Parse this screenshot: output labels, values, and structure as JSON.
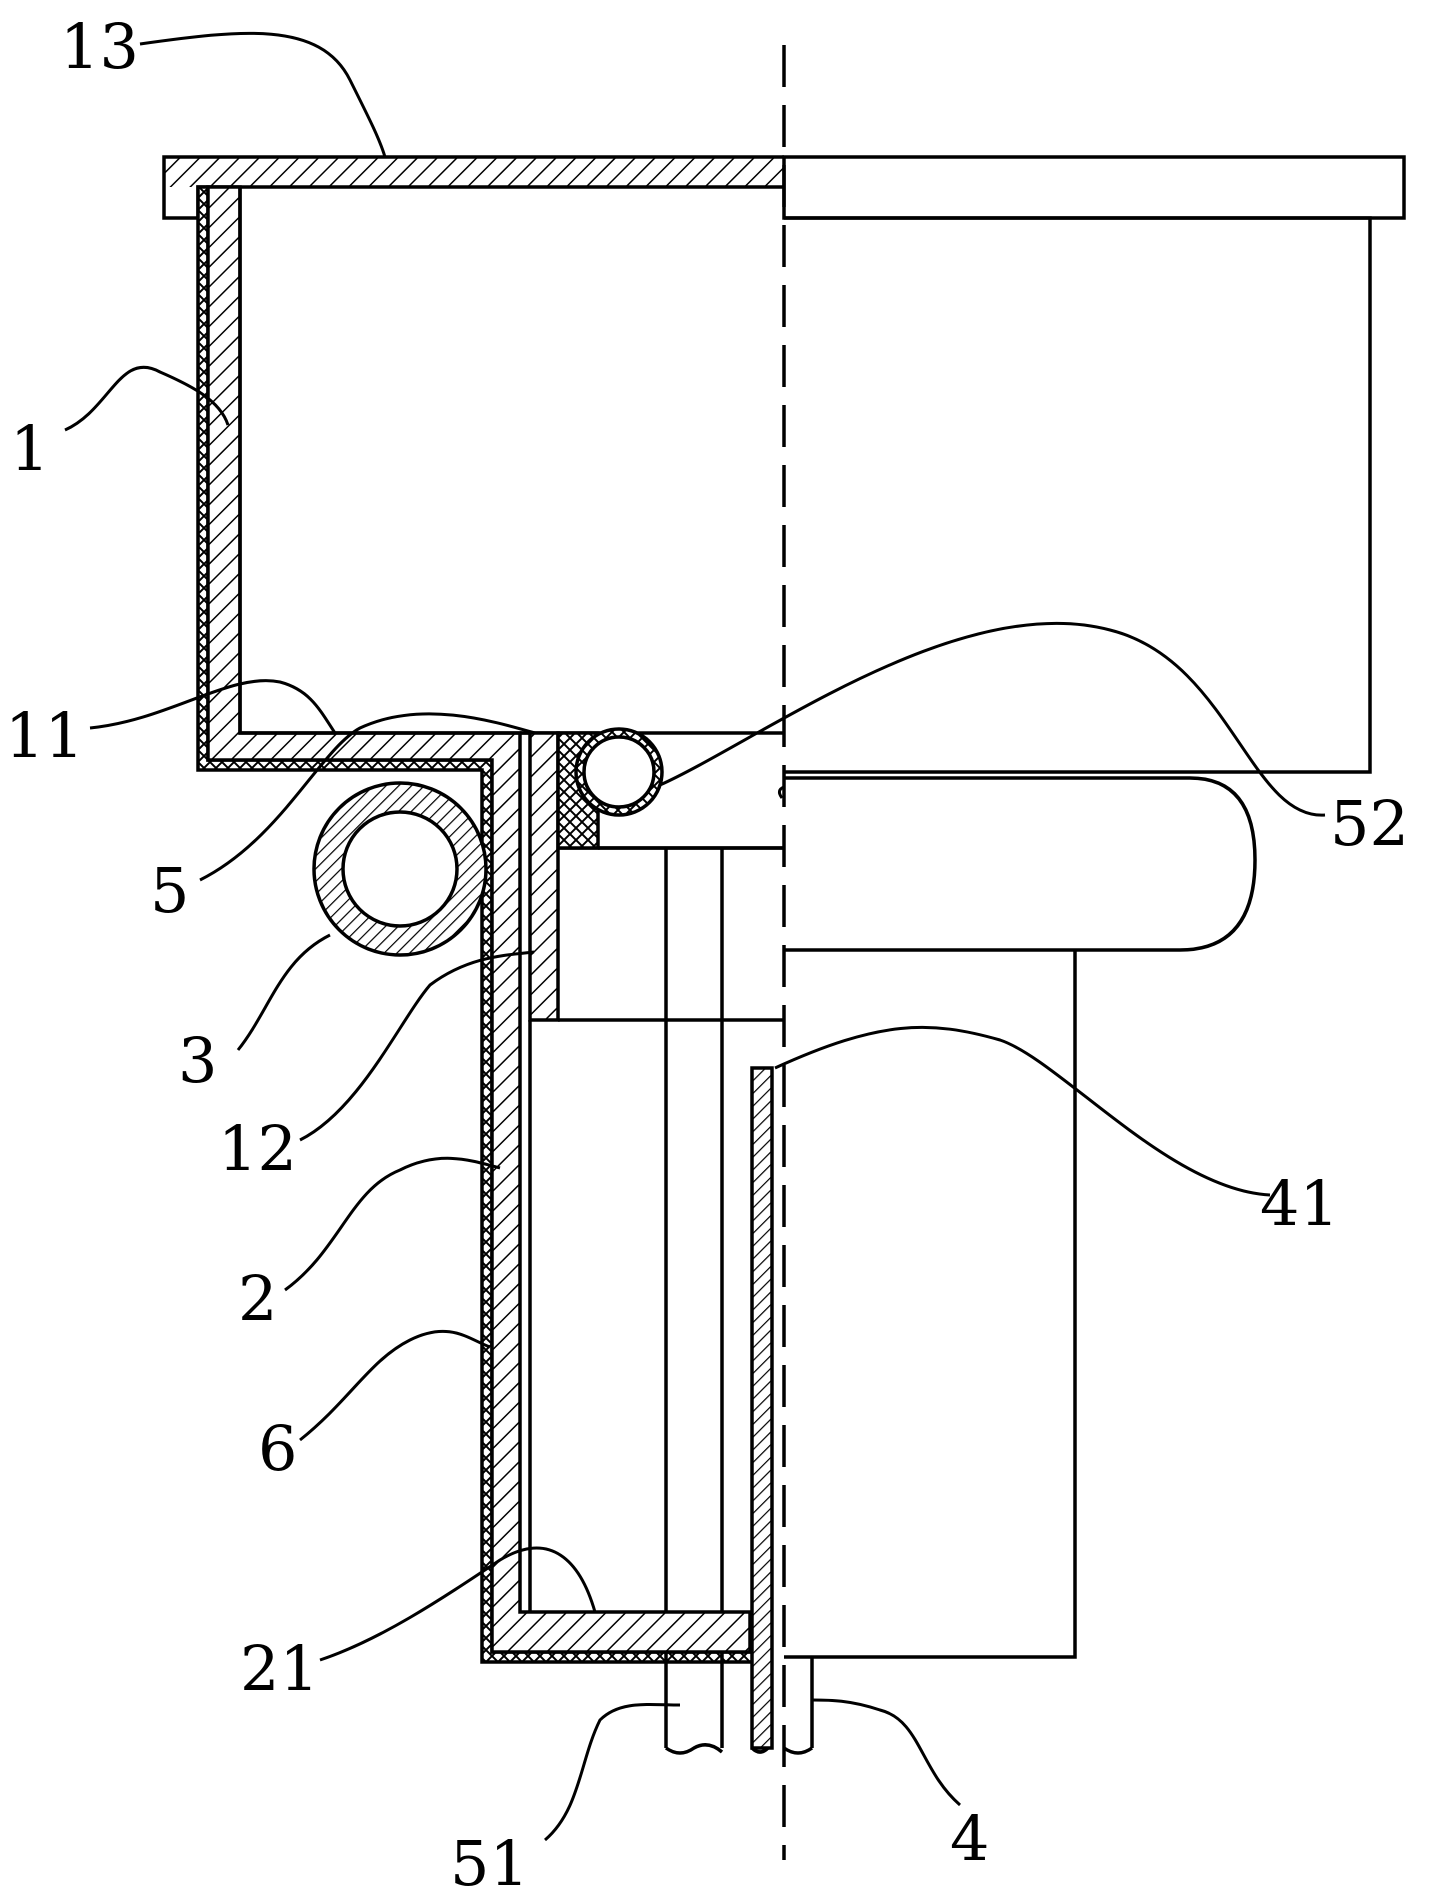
{
  "labels": {
    "l13": "13",
    "l1": "1",
    "l11": "11",
    "l5": "5",
    "l3": "3",
    "l12": "12",
    "l2": "2",
    "l6": "6",
    "l21": "21",
    "l51": "51",
    "l4": "4",
    "l41": "41",
    "l52": "52"
  },
  "colors": {
    "line": "#000000",
    "background": "#ffffff",
    "hatch": "#000000"
  }
}
